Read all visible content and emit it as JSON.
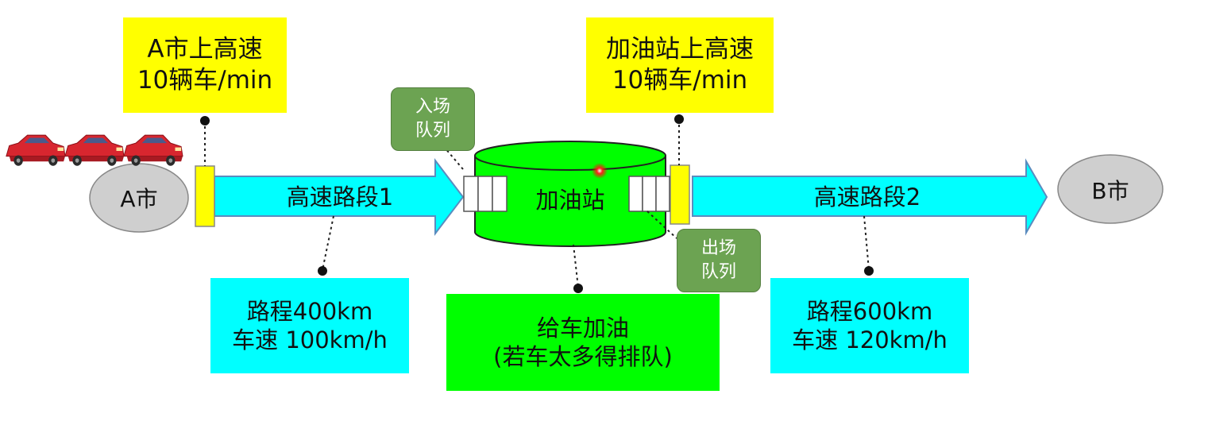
{
  "labels": {
    "entry_a": {
      "line1": "A市上高速",
      "line2": "10辆车/min"
    },
    "entry_station": {
      "line1": "加油站上高速",
      "line2": "10辆车/min"
    },
    "segment1_info": {
      "line1": "路程400km",
      "line2": "车速 100km/h"
    },
    "segment2_info": {
      "line1": "路程600km",
      "line2": "车速 120km/h"
    },
    "refuel_info": {
      "line1": "给车加油",
      "line2": "(若车太多得排队)"
    },
    "entry_queue": {
      "line1": "入场",
      "line2": "队列"
    },
    "exit_queue": {
      "line1": "出场",
      "line2": "队列"
    }
  },
  "nodes": {
    "city_a": "A市",
    "city_b": "B市",
    "station": "加油站",
    "segment1": "高速路段1",
    "segment2": "高速路段2"
  },
  "colors": {
    "yellow": "#ffff00",
    "cyan": "#00ffff",
    "green": "#00ff00",
    "queue_green": "#6ca352",
    "city_gray": "#cfcfcf",
    "car_red": "#d8262f"
  },
  "icons": [
    "car-icon",
    "red-light-icon"
  ]
}
